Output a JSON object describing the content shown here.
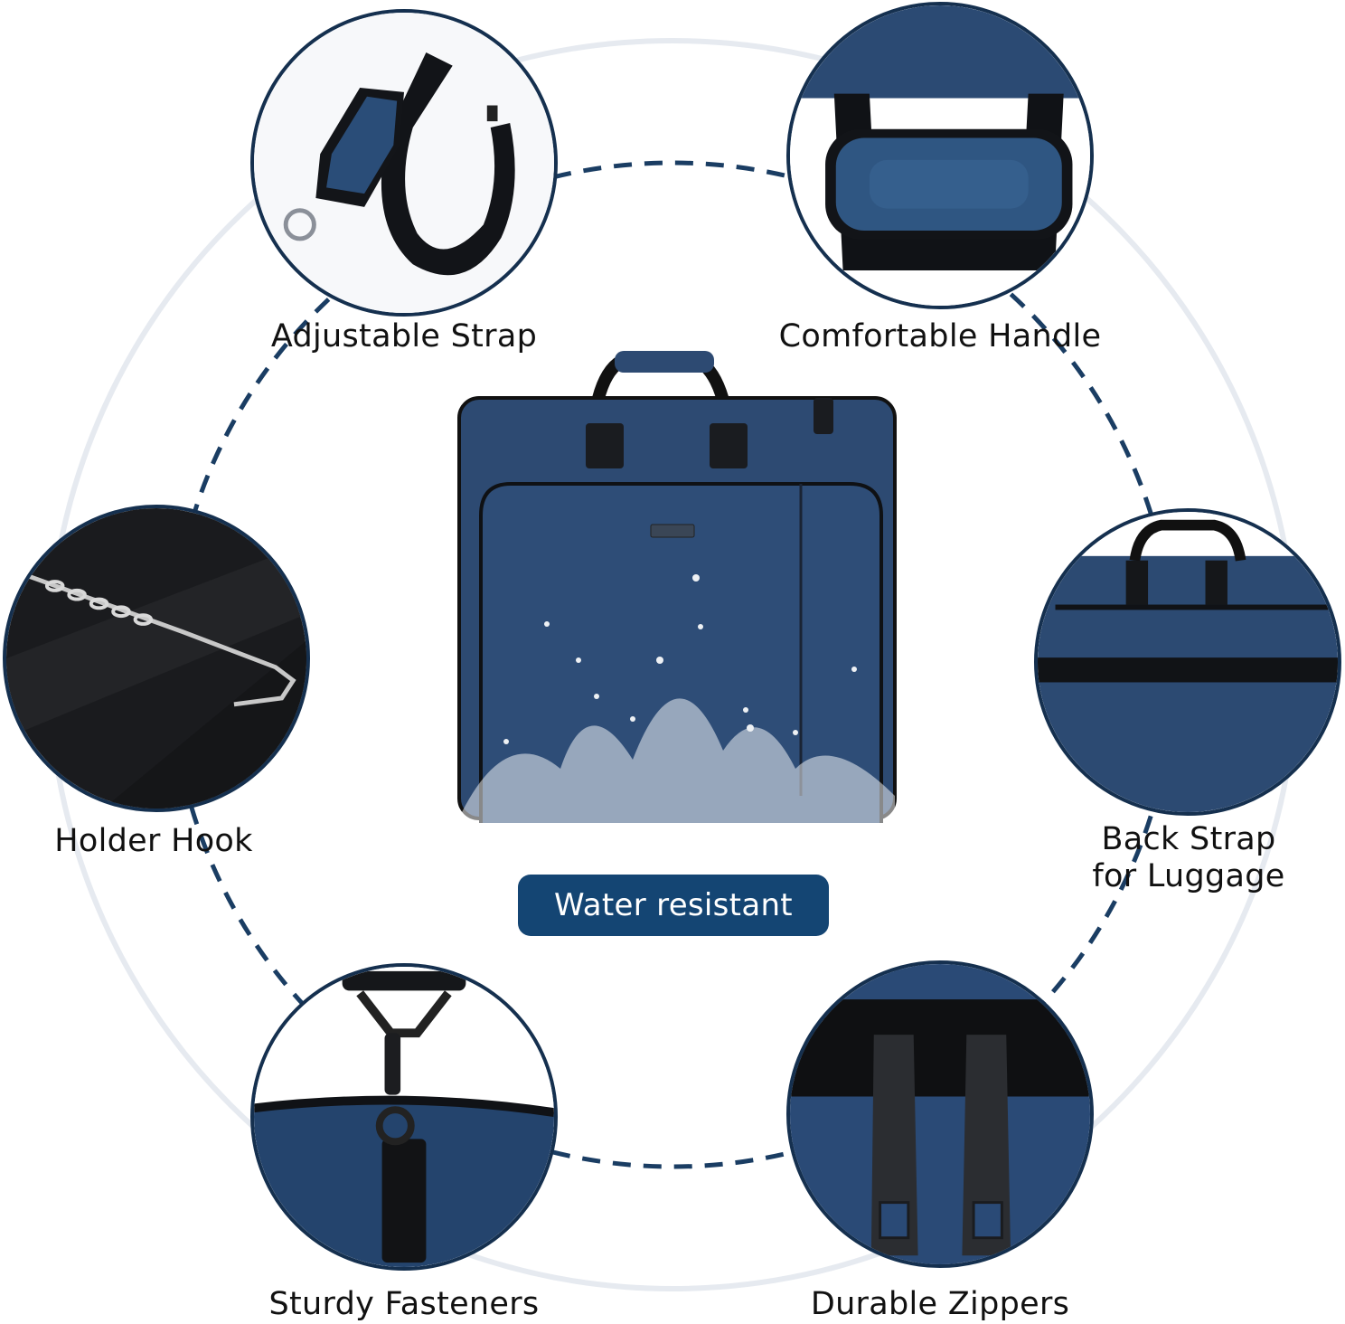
{
  "infographic": {
    "badge": {
      "label": "Water resistant"
    },
    "colors": {
      "accent_navy": "#15304f",
      "badge_bg": "#144573",
      "bag_blue": "#2d4a72",
      "outer_ring": "#e6eaf0",
      "text": "#111111"
    },
    "features": [
      {
        "id": "adjustable-strap",
        "label": "Adjustable Strap",
        "icon": "shoulder-strap-icon"
      },
      {
        "id": "comfortable-handle",
        "label": "Comfortable Handle",
        "icon": "handle-icon"
      },
      {
        "id": "holder-hook",
        "label": "Holder Hook",
        "icon": "hook-icon"
      },
      {
        "id": "back-strap",
        "label_line1": "Back Strap",
        "label_line2": "for Luggage",
        "icon": "luggage-strap-icon"
      },
      {
        "id": "sturdy-fasteners",
        "label": "Sturdy Fasteners",
        "icon": "fastener-clip-icon"
      },
      {
        "id": "durable-zippers",
        "label": "Durable Zippers",
        "icon": "zipper-icon"
      }
    ],
    "product": {
      "name": "garment-bag",
      "icon": "garment-bag-icon"
    }
  }
}
